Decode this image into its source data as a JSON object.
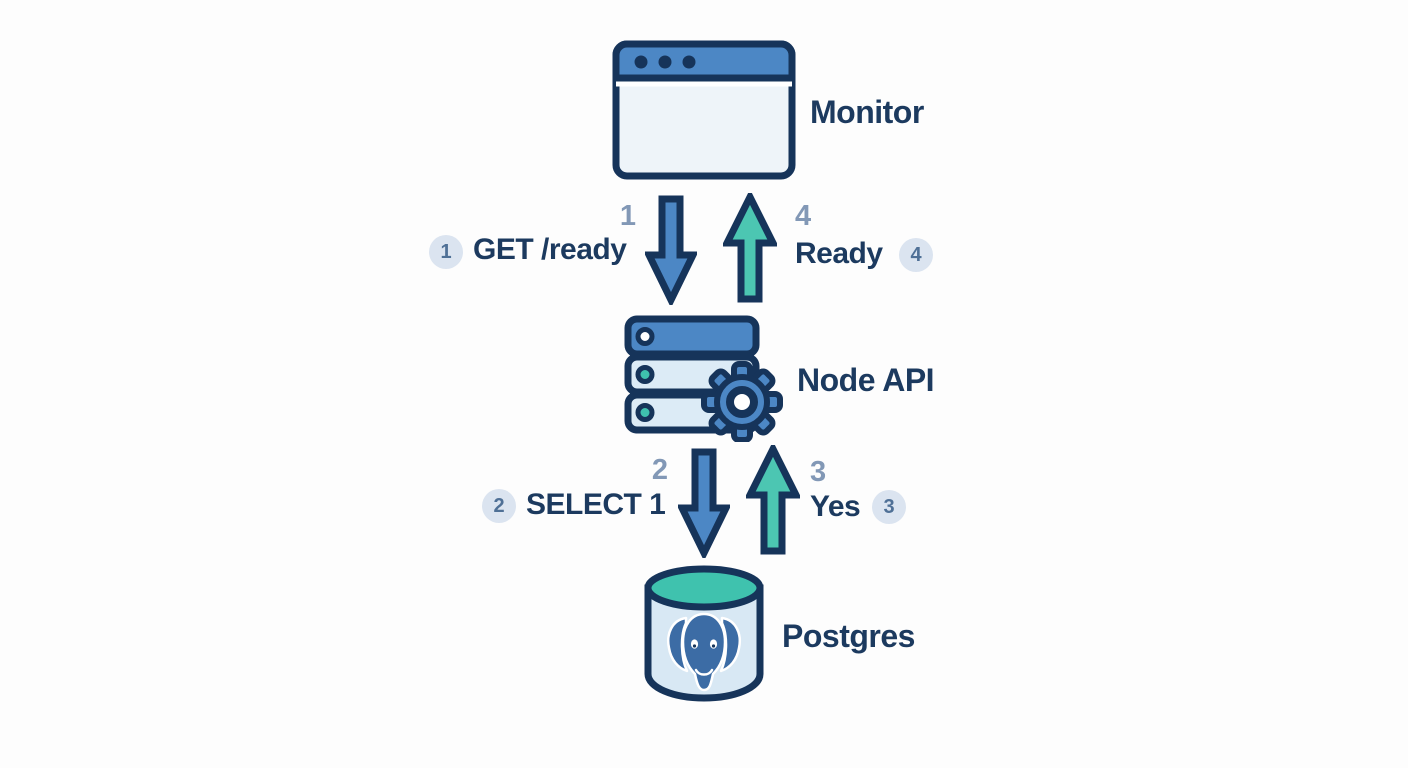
{
  "diagram": {
    "title_implicit": "Readiness check flow",
    "colors": {
      "background": "#fdfdfd",
      "navy_outline": "#16345a",
      "navy_text": "#1c3a5f",
      "blue_fill": "#4c87c5",
      "teal_fill": "#4cc6b2",
      "light_panel": "#eef4f9",
      "server_row_light": "#dcebf6",
      "cylinder_body": "#d8e8f4",
      "cylinder_top": "#3fc2ae",
      "elephant_blue": "#3c6ca5",
      "badge_bg": "#dbe4f0",
      "badge_text": "#4f7096",
      "step_number_text": "#8298b6"
    },
    "nodes": {
      "monitor": {
        "label": "Monitor",
        "icon": "browser-window-icon"
      },
      "node_api": {
        "label": "Node API",
        "icon": "server-gear-icon"
      },
      "postgres": {
        "label": "Postgres",
        "icon": "postgres-database-icon"
      }
    },
    "steps": {
      "s1": {
        "badge": "1",
        "label": "GET /ready",
        "number": "1",
        "direction": "down",
        "from": "Monitor",
        "to": "Node API"
      },
      "s2": {
        "badge": "2",
        "label": "SELECT 1",
        "number": "2",
        "direction": "down",
        "from": "Node API",
        "to": "Postgres"
      },
      "s3": {
        "badge": "3",
        "label": "Yes",
        "number": "3",
        "direction": "up",
        "from": "Postgres",
        "to": "Node API"
      },
      "s4": {
        "badge": "4",
        "label": "Ready",
        "number": "4",
        "direction": "up",
        "from": "Node API",
        "to": "Monitor"
      }
    }
  }
}
